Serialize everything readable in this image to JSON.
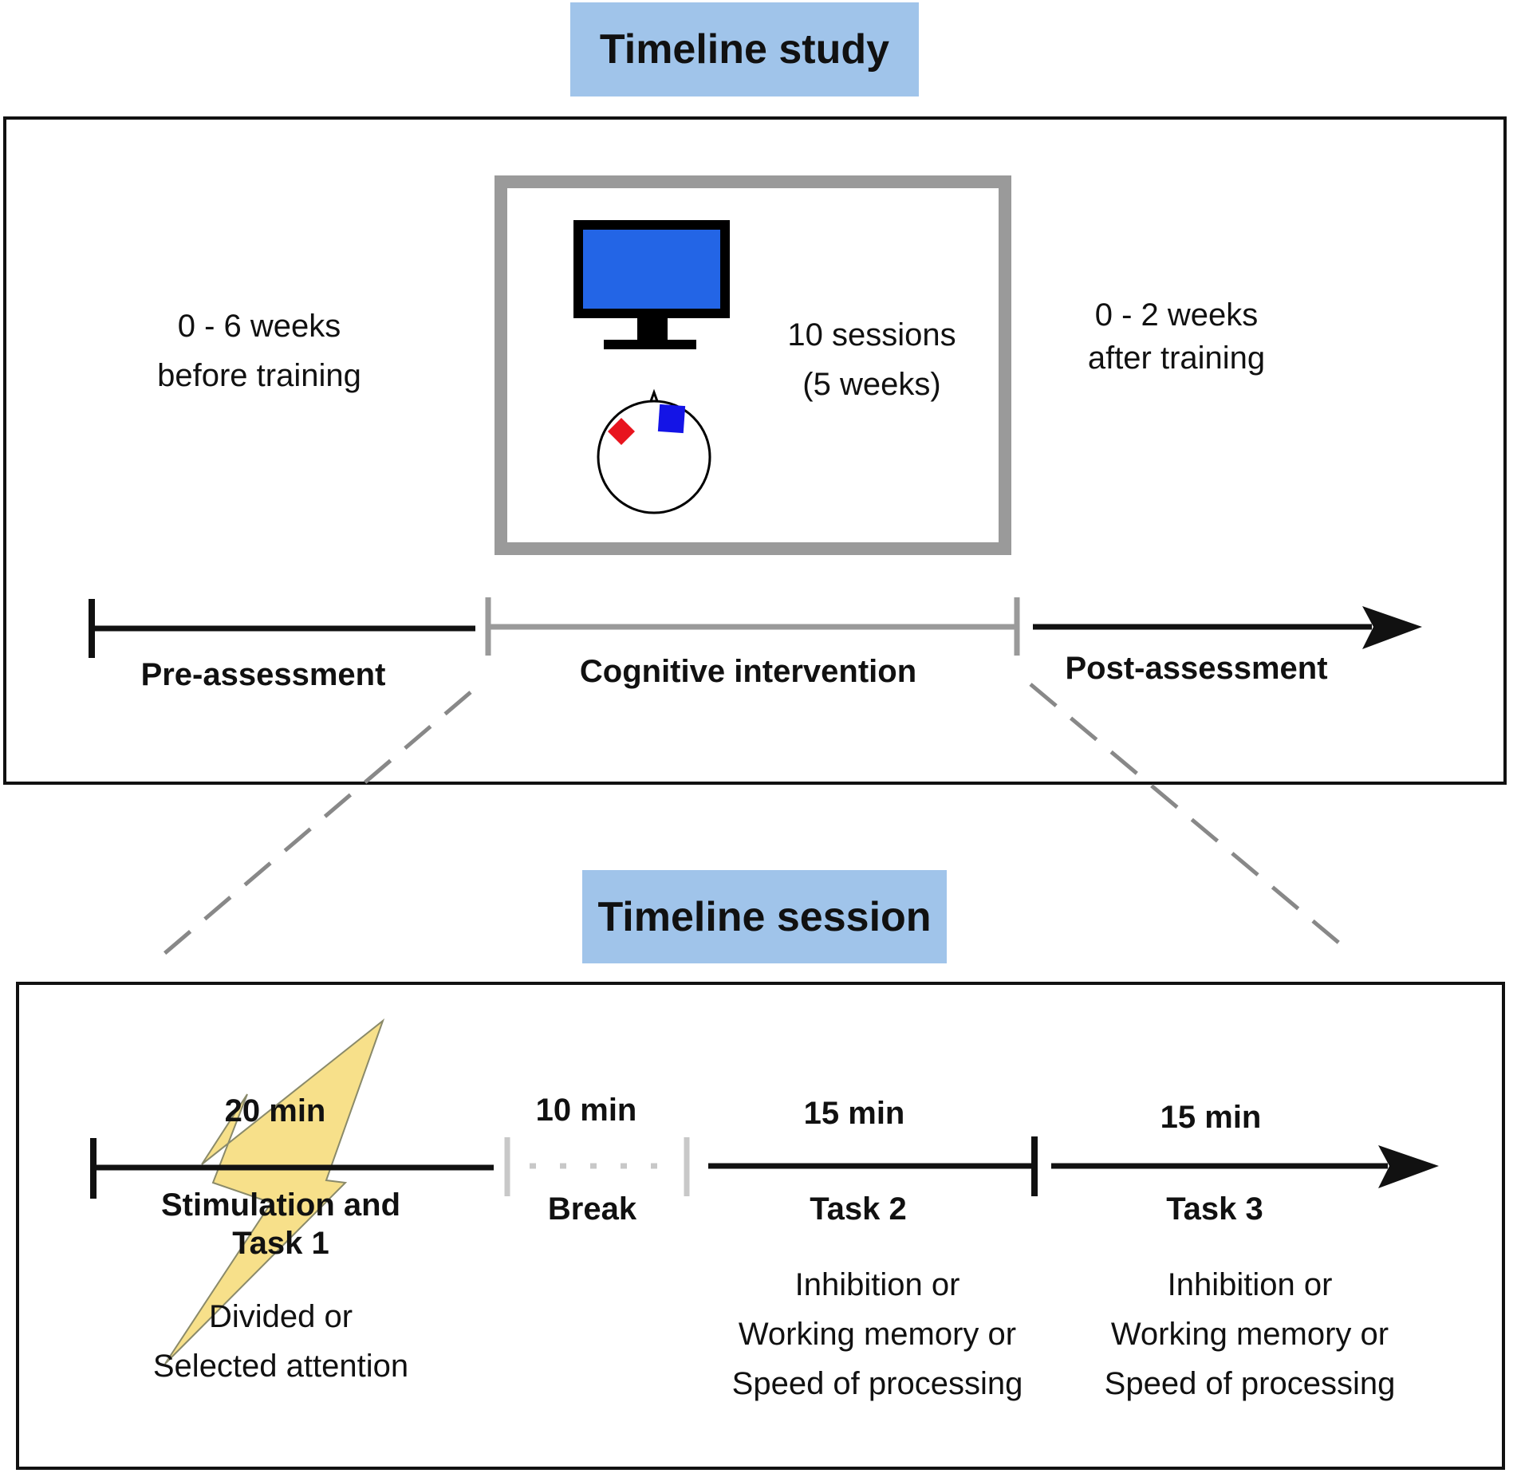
{
  "colors": {
    "title_bg": "#a0c4ea",
    "monitor_screen": "#2365e6",
    "frame_gray": "#9a9a9a",
    "electrode_red": "#e8141e",
    "electrode_blue": "#1414e6",
    "lightning_fill": "#f7e08a",
    "dashed_gray": "#888888"
  },
  "study": {
    "title": "Timeline study",
    "pre": {
      "duration_line1": "0 - 6 weeks",
      "duration_line2": "before training",
      "label": "Pre-assessment"
    },
    "intervention": {
      "sessions_line1": "10 sessions",
      "sessions_line2": "(5 weeks)",
      "label": "Cognitive intervention",
      "icons": [
        "monitor-icon",
        "head-electrode-icon"
      ]
    },
    "post": {
      "duration_line1": "0 - 2 weeks",
      "duration_line2": "after training",
      "label": "Post-assessment"
    }
  },
  "session": {
    "title": "Timeline session",
    "phases": [
      {
        "duration": "20 min",
        "label_line1": "Stimulation and",
        "label_line2": "Task 1",
        "desc_line1": "Divided or",
        "desc_line2": "Selected attention",
        "icon": "lightning-icon"
      },
      {
        "duration": "10 min",
        "label_line1": "Break"
      },
      {
        "duration": "15 min",
        "label_line1": "Task 2",
        "desc_line1": "Inhibition or",
        "desc_line2": "Working memory or",
        "desc_line3": "Speed of processing"
      },
      {
        "duration": "15 min",
        "label_line1": "Task 3",
        "desc_line1": "Inhibition or",
        "desc_line2": "Working memory or",
        "desc_line3": "Speed of processing"
      }
    ]
  }
}
